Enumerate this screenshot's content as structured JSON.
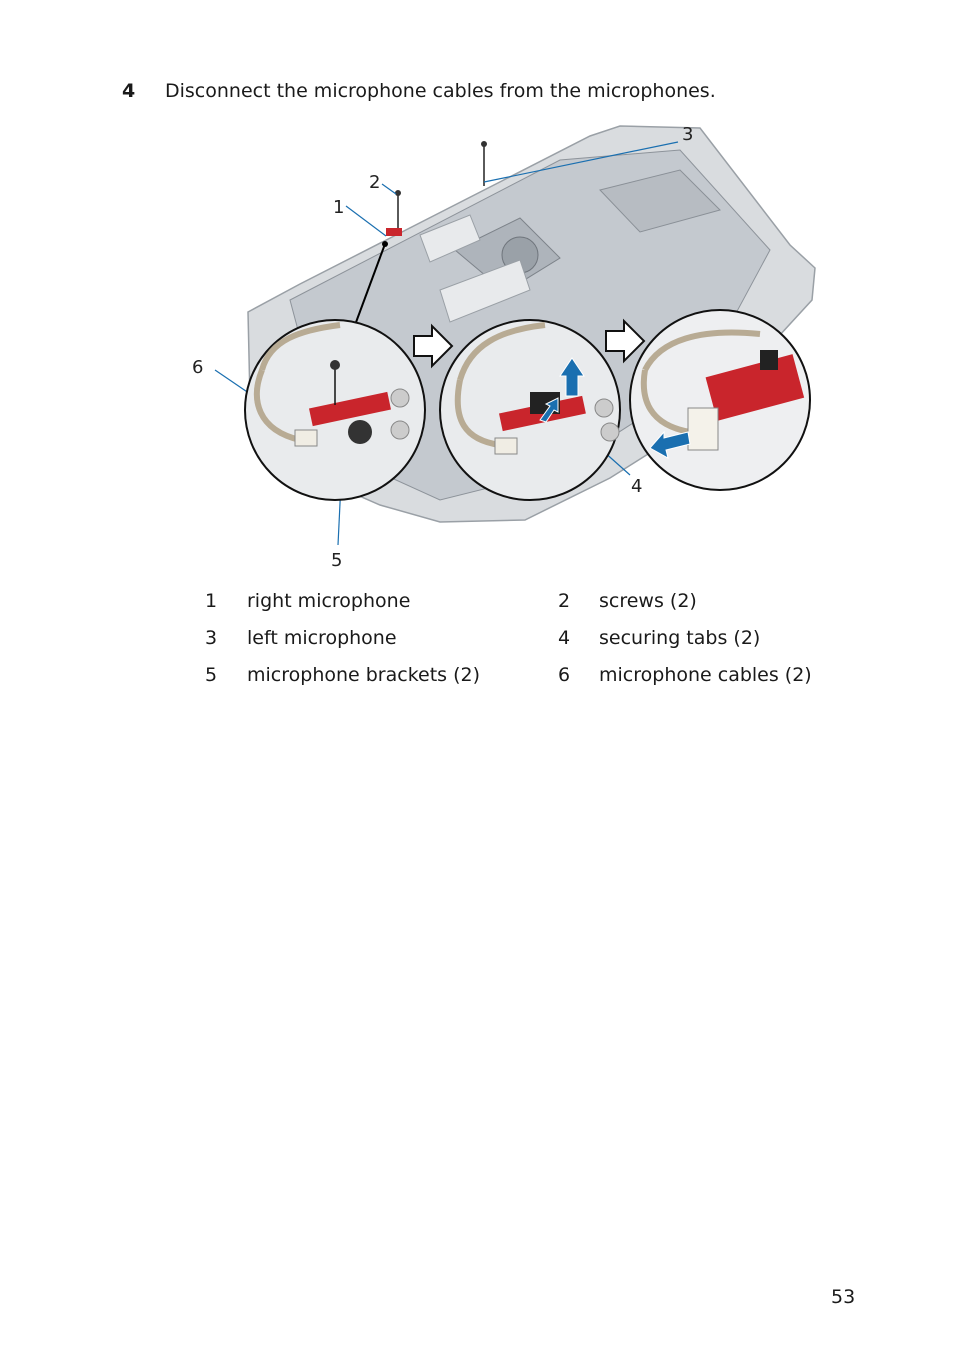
{
  "step": {
    "number": "4",
    "text": "Disconnect the microphone cables from the microphones."
  },
  "figure": {
    "callouts": [
      "1",
      "2",
      "3",
      "4",
      "5",
      "6"
    ],
    "accent_color": "#1a6fb0",
    "pcb_color": "#c9252c"
  },
  "legend": [
    {
      "n": "1",
      "label": "right microphone"
    },
    {
      "n": "2",
      "label": "screws (2)"
    },
    {
      "n": "3",
      "label": "left microphone"
    },
    {
      "n": "4",
      "label": "securing tabs (2)"
    },
    {
      "n": "5",
      "label": "microphone brackets (2)"
    },
    {
      "n": "6",
      "label": "microphone cables (2)"
    }
  ],
  "page_number": "53"
}
